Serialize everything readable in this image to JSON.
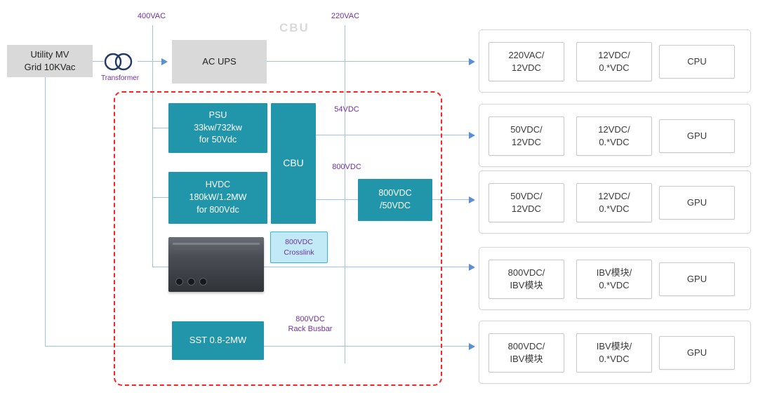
{
  "labels": {
    "vac400": "400VAC",
    "vac220": "220VAC",
    "watermark": "CBU",
    "transformer": "Transformer",
    "vdc54": "54VDC",
    "vdc800": "800VDC",
    "busbar_l1": "800VDC",
    "busbar_l2": "Rack Busbar"
  },
  "nodes": {
    "utility_l1": "Utility MV",
    "utility_l2": "Grid 10KVac",
    "ac_ups": "AC UPS",
    "psu_l1": "PSU",
    "psu_l2": "33kw/732kw",
    "psu_l3": "for 50Vdc",
    "hvdc_l1": "HVDC",
    "hvdc_l2": "180kW/1.2MW",
    "hvdc_l3": "for 800Vdc",
    "cbu": "CBU",
    "conv_l1": "800VDC",
    "conv_l2": "/50VDC",
    "crosslink_l1": "800VDC",
    "crosslink_l2": "Crosslink",
    "sst": "SST 0.8-2MW"
  },
  "rows": [
    {
      "s1a": "220VAC/",
      "s1b": "12VDC",
      "s2a": "12VDC/",
      "s2b": "0.*VDC",
      "load": "CPU"
    },
    {
      "s1a": "50VDC/",
      "s1b": "12VDC",
      "s2a": "12VDC/",
      "s2b": "0.*VDC",
      "load": "GPU"
    },
    {
      "s1a": "50VDC/",
      "s1b": "12VDC",
      "s2a": "12VDC/",
      "s2b": "0.*VDC",
      "load": "GPU"
    },
    {
      "s1a": "800VDC/",
      "s1b": "IBV模块",
      "s2a": "IBV模块/",
      "s2b": "0.*VDC",
      "load": "GPU"
    },
    {
      "s1a": "800VDC/",
      "s1b": "IBV模块",
      "s2a": "IBV模块/",
      "s2b": "0.*VDC",
      "load": "GPU"
    }
  ],
  "colors": {
    "teal": "#2196ab",
    "purple": "#7030a0",
    "line": "#9dc3e6",
    "arrow": "#5b8fd0",
    "red_dashed": "#ff2222",
    "box_gray": "#d9d9d9"
  }
}
